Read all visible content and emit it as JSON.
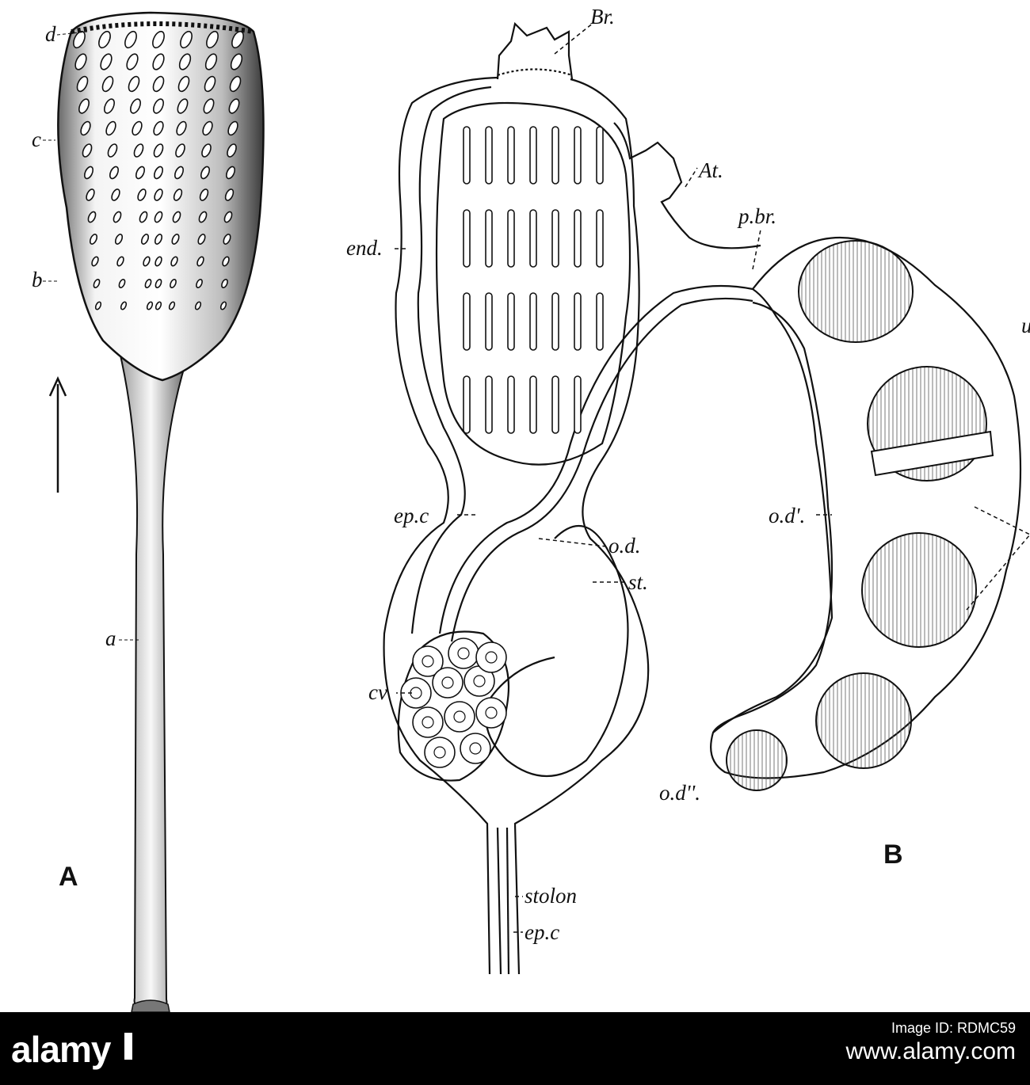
{
  "figure": {
    "panel_a": {
      "letter": "A",
      "labels": [
        "a",
        "b",
        "c",
        "d"
      ]
    },
    "panel_b": {
      "letter": "B",
      "labels": [
        "Br.",
        "At.",
        "p.br.",
        "end.",
        "ep.c",
        "o.d.",
        "st.",
        "cv",
        "stolon",
        "ep.c",
        "o.d'.",
        "o.d''.",
        "u"
      ]
    }
  },
  "watermark": {
    "brand": "alamy",
    "image_id_caption": "Image ID: RDMC59",
    "site": "www.alamy.com"
  },
  "colors": {
    "ink": "#111111",
    "hatch": "#555555",
    "footer_bg": "#000000",
    "footer_text": "#ffffff"
  }
}
